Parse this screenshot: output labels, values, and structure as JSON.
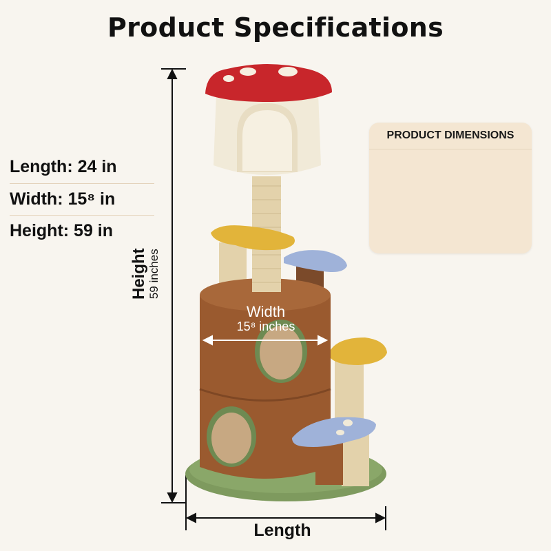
{
  "title": "Product Specifications",
  "dimensions_card": {
    "header": "PRODUCT DIMENSIONS",
    "length": "Length: 24 in",
    "width": "Width: 15⁸ in",
    "height": "Height: 59 in"
  },
  "annotations": {
    "height_label": "Height",
    "height_value": "59 inches",
    "width_label": "Width",
    "width_value": "15⁸ inches",
    "length_label": "Length"
  },
  "colors": {
    "background": "#f8f5ef",
    "card": "#f4e6d2",
    "mushroom_cap": "#c8262b",
    "house": "#f1ead8",
    "trunk": "#9a5a2f",
    "base": "#7e9a5e",
    "yellow_step": "#e2b43a",
    "blue_step": "#9fb2d9",
    "sisal": "#e3d2ab"
  }
}
